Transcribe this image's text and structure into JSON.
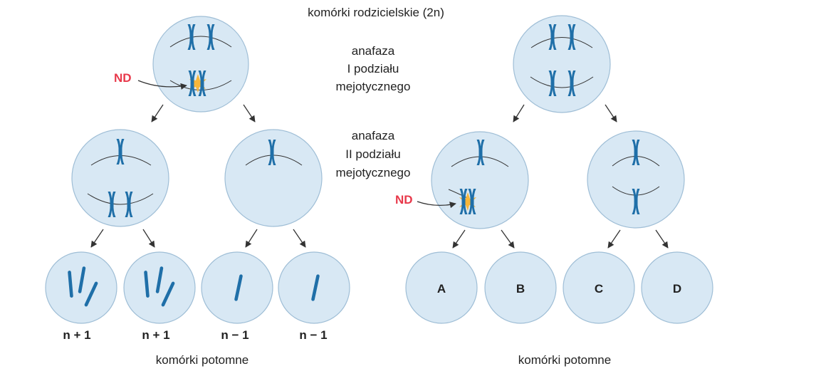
{
  "top_label": "komórki rodzicielskie (2n)",
  "stage_labels": {
    "anaphase1": [
      "anafaza",
      "I podziału",
      "mejotycznego"
    ],
    "anaphase2": [
      "anafaza",
      "II podziału",
      "mejotycznego"
    ]
  },
  "nondisjunction_label": "ND",
  "left_daughters": [
    "n + 1",
    "n + 1",
    "n − 1",
    "n − 1"
  ],
  "right_daughters": [
    "A",
    "B",
    "C",
    "D"
  ],
  "bottom_label": "komórki potomne",
  "colors": {
    "cell_fill": "#d8e8f4",
    "chromosome": "#1f6fa8",
    "nondisjunction": "#e8394b",
    "burst": "#f6b63a"
  }
}
